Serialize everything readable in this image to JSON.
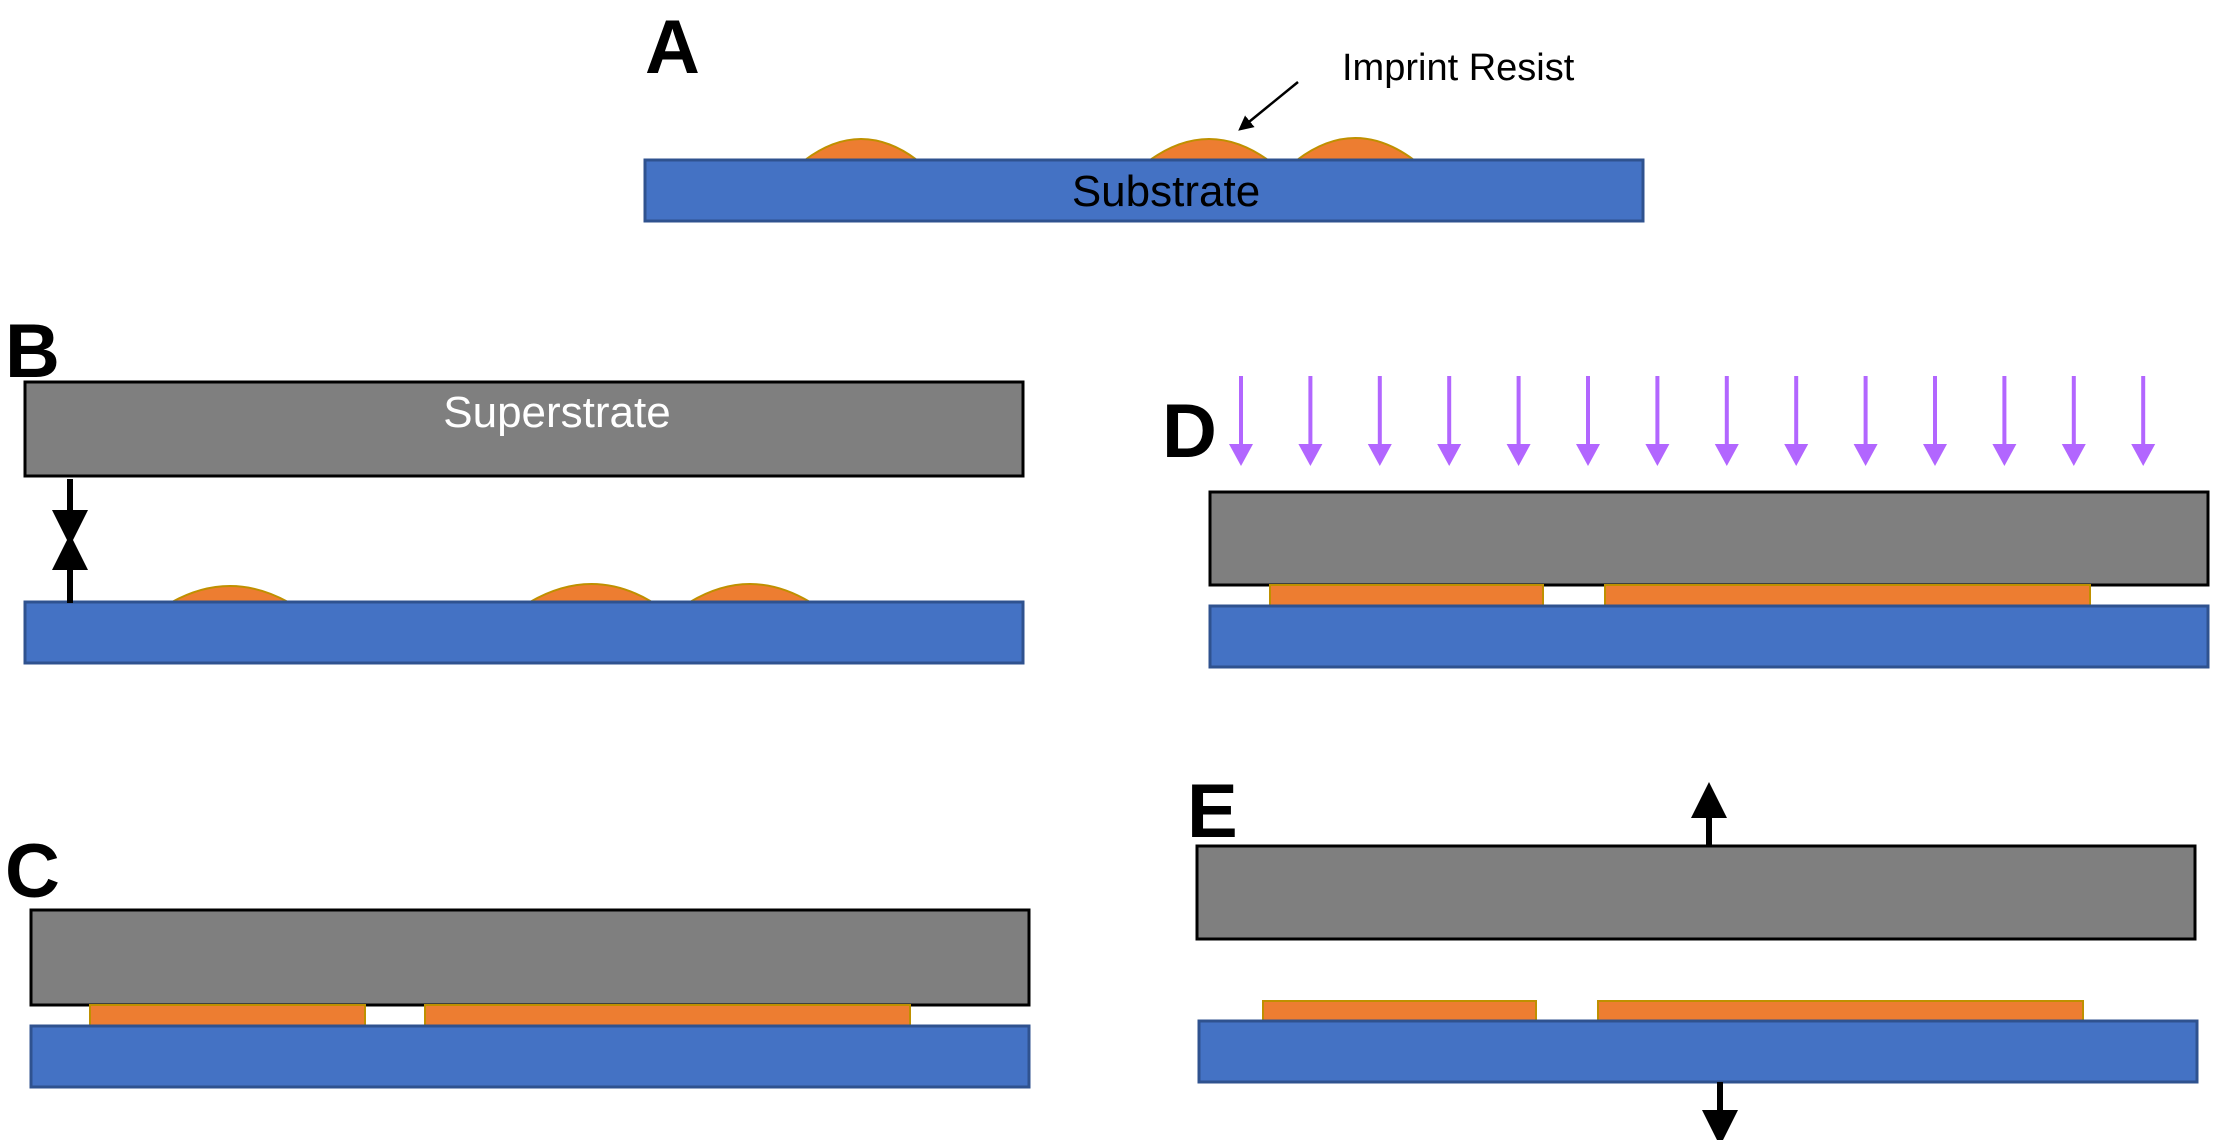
{
  "colors": {
    "substrate": "#4472C4",
    "substrate_border": "#2F528F",
    "superstrate": "#7F7F7F",
    "superstrate_border": "#000000",
    "resist": "#ED7D31",
    "resist_border": "#BF9000",
    "uv_light": "#B266FF",
    "motion_arrow": "#000000"
  },
  "panels": {
    "a": {
      "label": "A",
      "substrate_label": "Substrate",
      "callout_label": "Imprint Resist"
    },
    "b": {
      "label": "B",
      "superstrate_label": "Superstrate"
    },
    "c": {
      "label": "C"
    },
    "d": {
      "label": "D"
    },
    "e": {
      "label": "E"
    }
  },
  "icons": {
    "uv_arrow": "down-arrow-icon",
    "approach_arrow": "vertical-arrow-icon",
    "separation_arrow": "vertical-arrow-icon"
  }
}
